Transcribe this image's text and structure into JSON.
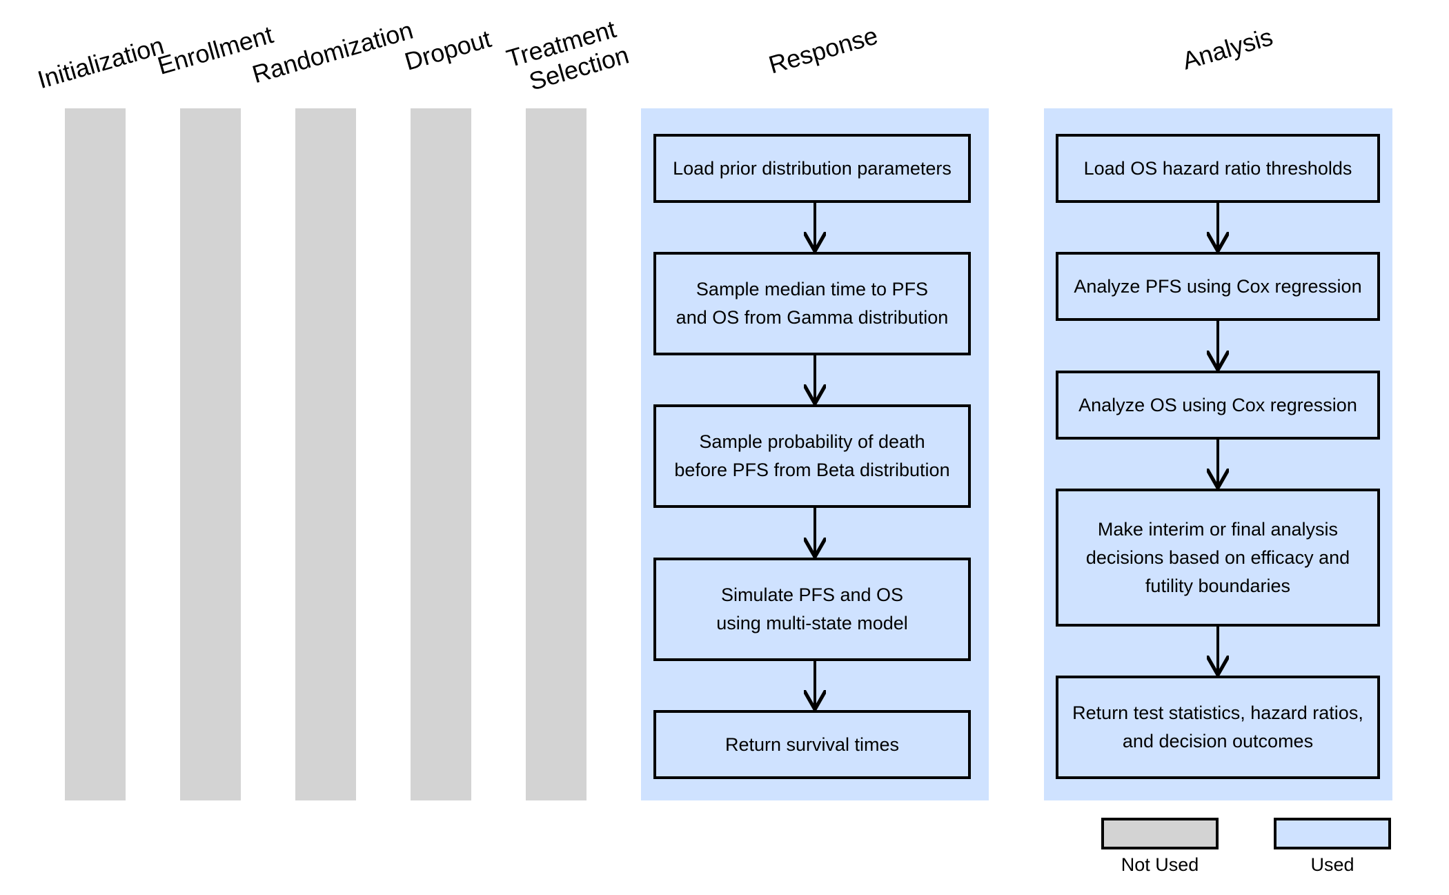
{
  "headers": {
    "initialization": "Initialization",
    "enrollment": "Enrollment",
    "randomization": "Randomization",
    "dropout": "Dropout",
    "treatment_line1": "Treatment",
    "treatment_line2": "Selection",
    "response": "Response",
    "analysis": "Analysis"
  },
  "response_steps": [
    {
      "line1": "Load prior distribution parameters",
      "line2": ""
    },
    {
      "line1": "Sample median time to PFS",
      "line2": "and OS from Gamma distribution"
    },
    {
      "line1": "Sample probability of death",
      "line2": "before PFS from Beta distribution"
    },
    {
      "line1": "Simulate PFS and OS",
      "line2": "using multi-state model"
    },
    {
      "line1": "Return survival times",
      "line2": ""
    }
  ],
  "analysis_steps": [
    {
      "line1": "Load OS hazard ratio thresholds",
      "line2": "",
      "line3": ""
    },
    {
      "line1": "Analyze PFS using Cox regression",
      "line2": "",
      "line3": ""
    },
    {
      "line1": "Analyze OS using Cox regression",
      "line2": "",
      "line3": ""
    },
    {
      "line1": "Make interim or final analysis",
      "line2": "decisions based on efficacy and",
      "line3": "futility boundaries"
    },
    {
      "line1": "Return test statistics, hazard ratios,",
      "line2": "and decision outcomes",
      "line3": ""
    }
  ],
  "legend": {
    "not_used": "Not Used",
    "used": "Used"
  },
  "colors": {
    "not_used": "#d3d3d3",
    "used": "#cfe2ff",
    "border": "#000000"
  }
}
